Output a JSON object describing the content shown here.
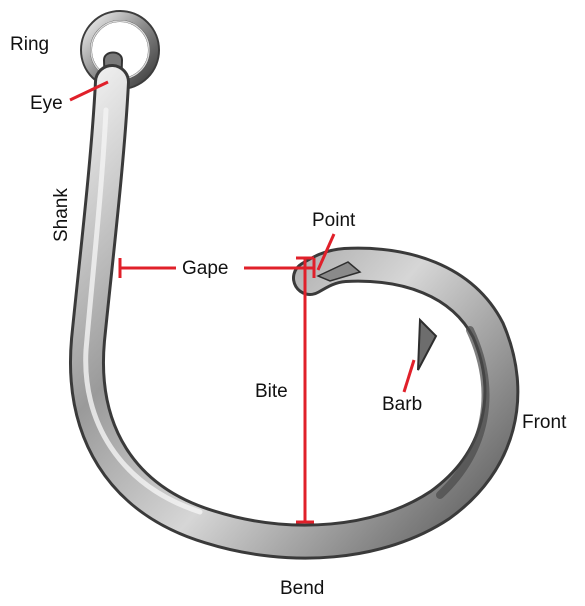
{
  "labels": {
    "ring": "Ring",
    "eye": "Eye",
    "shank": "Shank",
    "gape": "Gape",
    "point": "Point",
    "bite": "Bite",
    "barb": "Barb",
    "front": "Front",
    "bend": "Bend"
  },
  "colors": {
    "annotation": "#e0202a",
    "steel_dark": "#3c3c3c",
    "steel_mid": "#8d8d8d",
    "steel_light": "#e2e2e2",
    "text": "#111111"
  },
  "icons": {
    "hook": "fishing-hook-photo"
  }
}
